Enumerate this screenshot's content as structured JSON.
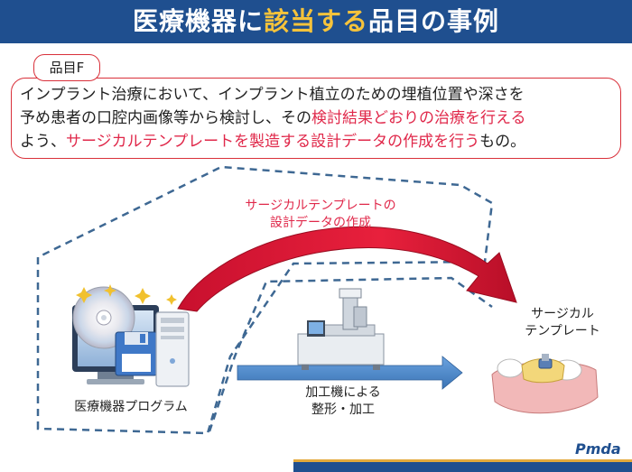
{
  "title": {
    "part1": "医療機器に",
    "highlight": "該当する",
    "part2": "品目の事例"
  },
  "case": {
    "label": "品目F",
    "line1": "インプラント治療において、インプラント植立のための埋植位置や深さを",
    "line2a": "予め患者の口腔内画像等から検討し、その",
    "line2b": "検討結果どおりの治療を行える",
    "line3a": "よう、",
    "line3b": "サージカルテンプレートを製造する設計データの作成を行う",
    "line3c": "もの。"
  },
  "diagram": {
    "arrow_label_line1": "サージカルテンプレートの",
    "arrow_label_line2": "設計データの作成",
    "program_label": "医療機器プログラム",
    "machine_label_line1": "加工機による",
    "machine_label_line2": "整形・加工",
    "template_label_line1": "サージカル",
    "template_label_line2": "テンプレート"
  },
  "colors": {
    "title_bg": "#1f4f8f",
    "title_highlight": "#f6c33b",
    "accent_red": "#e0284a",
    "dashed_line": "#3e6893",
    "flow_arrow": "#4a86c8"
  },
  "logo": "Pmda"
}
